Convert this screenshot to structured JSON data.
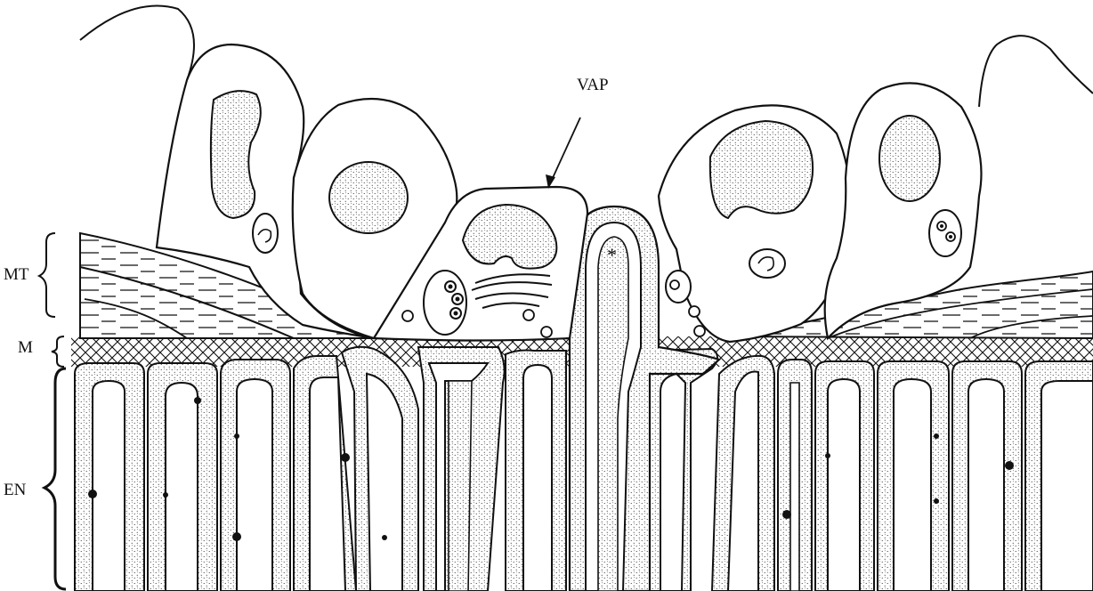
{
  "labels": {
    "vap": "VAP",
    "mt": "MT",
    "m": "M",
    "en": "EN",
    "asterisk": "*"
  },
  "colors": {
    "ink": "#111111",
    "paper": "#ffffff",
    "stipple": "#111111"
  }
}
